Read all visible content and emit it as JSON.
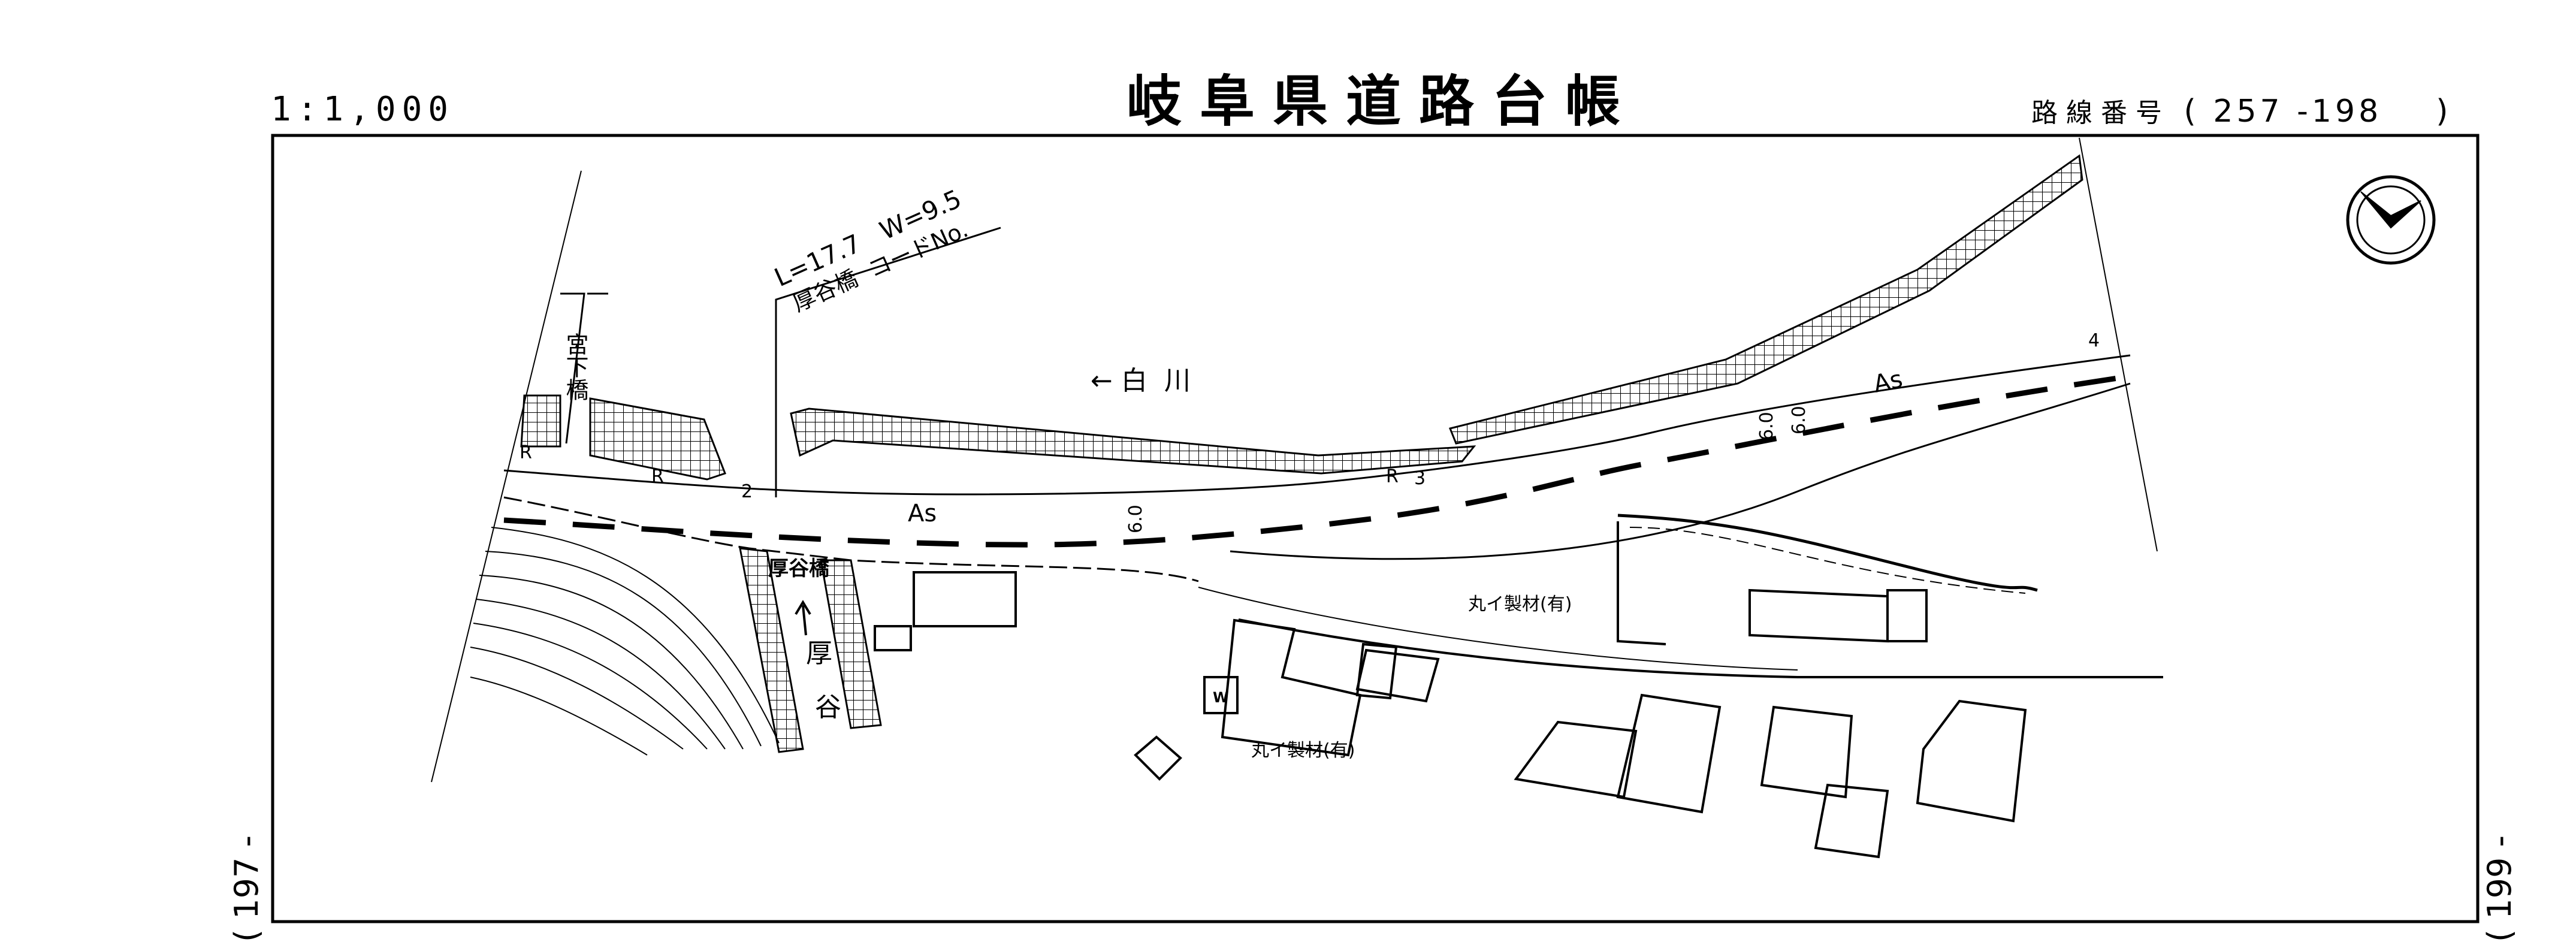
{
  "header": {
    "scale": "1:1,000",
    "title": "岐阜県道路台帳",
    "route_label": "路線番号",
    "route_open": "(",
    "route_number": "257 -198",
    "route_close": ")"
  },
  "margins": {
    "left_adjacent_sheet": "( 197 -",
    "right_adjacent_sheet": "( 199 -"
  },
  "map": {
    "north_arrow_icon": "north-arrow-icon",
    "bridge_dims": "L=17.7   W=9.5",
    "bridge_code": "厚谷橋  コードNo.",
    "river_shirakawa": "← 白  川",
    "miyashita_bridge": "宮下橋",
    "atsuya_bridge": "厚谷橋",
    "atsuya_river_1": "厚",
    "atsuya_river_2": "谷",
    "surface_as_1": "As",
    "surface_as_2": "As",
    "r_1": "R",
    "r_2": "R",
    "r_3": "R",
    "sta_2": "2",
    "sta_3": "3",
    "sta_4": "4",
    "width_1": "6.0",
    "width_2": "6.0",
    "width_3": "6.0",
    "company_1": "丸イ製材(有)",
    "company_2": "丸イ製材(有)",
    "well_mark": "W"
  }
}
